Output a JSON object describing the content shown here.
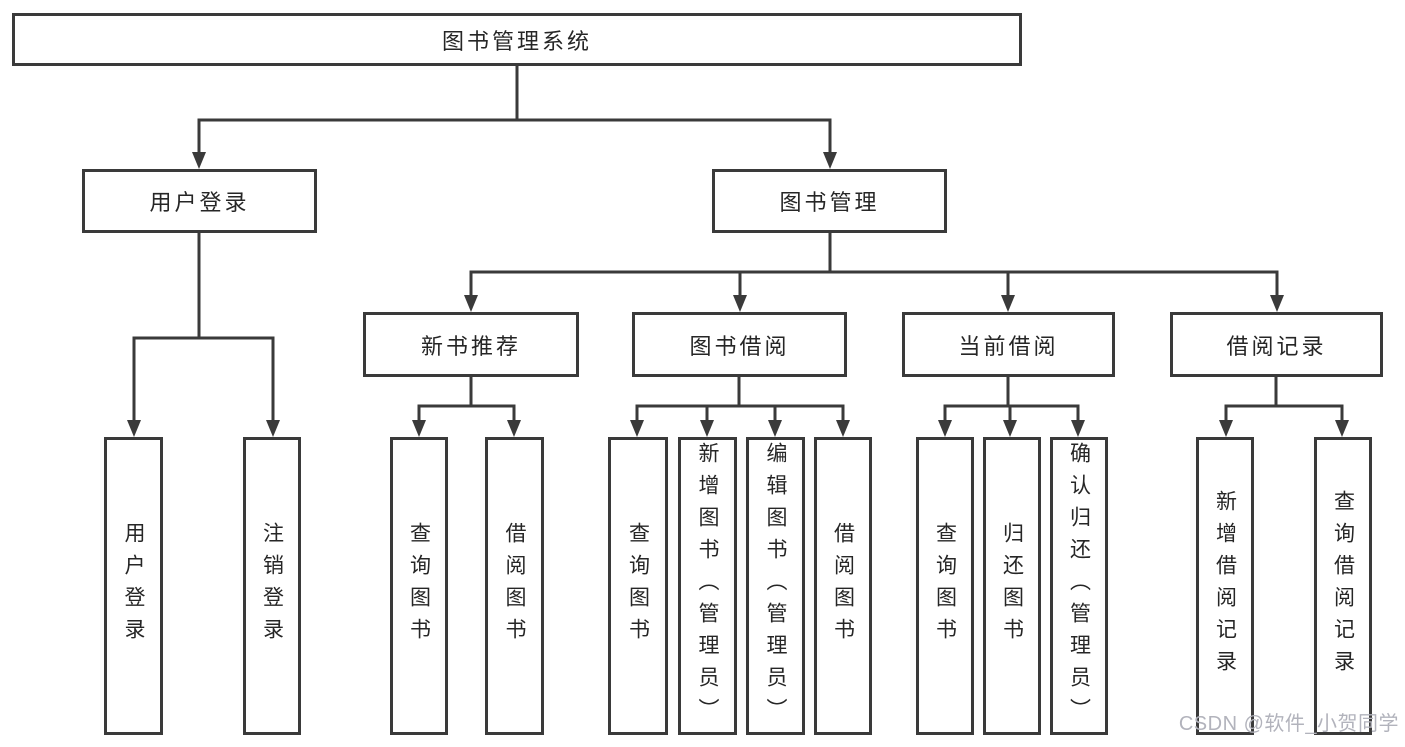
{
  "tree": {
    "label": "图书管理系统",
    "children": [
      {
        "label": "用户登录",
        "children": [
          {
            "label": "用户登录"
          },
          {
            "label": "注销登录"
          }
        ]
      },
      {
        "label": "图书管理",
        "children": [
          {
            "label": "新书推荐",
            "children": [
              {
                "label": "查询图书"
              },
              {
                "label": "借阅图书"
              }
            ]
          },
          {
            "label": "图书借阅",
            "children": [
              {
                "label": "查询图书"
              },
              {
                "label": "新增图书（管理员）"
              },
              {
                "label": "编辑图书（管理员）"
              },
              {
                "label": "借阅图书"
              }
            ]
          },
          {
            "label": "当前借阅",
            "children": [
              {
                "label": "查询图书"
              },
              {
                "label": "归还图书"
              },
              {
                "label": "确认归还（管理员）"
              }
            ]
          },
          {
            "label": "借阅记录",
            "children": [
              {
                "label": "新增借阅记录"
              },
              {
                "label": "查询借阅记录"
              }
            ]
          }
        ]
      }
    ]
  },
  "watermark": {
    "text": "CSDN @软件_小贺同学"
  },
  "colors": {
    "line": "#3a3a3a",
    "text": "#262626",
    "background": "#ffffff",
    "watermark": "#b2b3bc"
  }
}
